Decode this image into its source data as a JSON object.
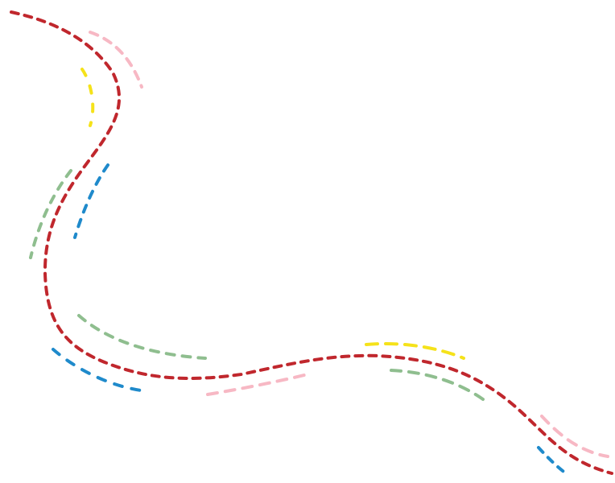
{
  "background": "#ffffff",
  "colors": {
    "red": "#c0272d",
    "pink": "#f7b8c4",
    "yellow": "#f5e21a",
    "blue": "#1f8acb",
    "green": "#8fbe8f"
  },
  "strokes": [
    "red",
    "pink",
    "yellow",
    "blue",
    "green",
    "green",
    "blue",
    "pink",
    "yellow",
    "green",
    "pink",
    "blue"
  ]
}
